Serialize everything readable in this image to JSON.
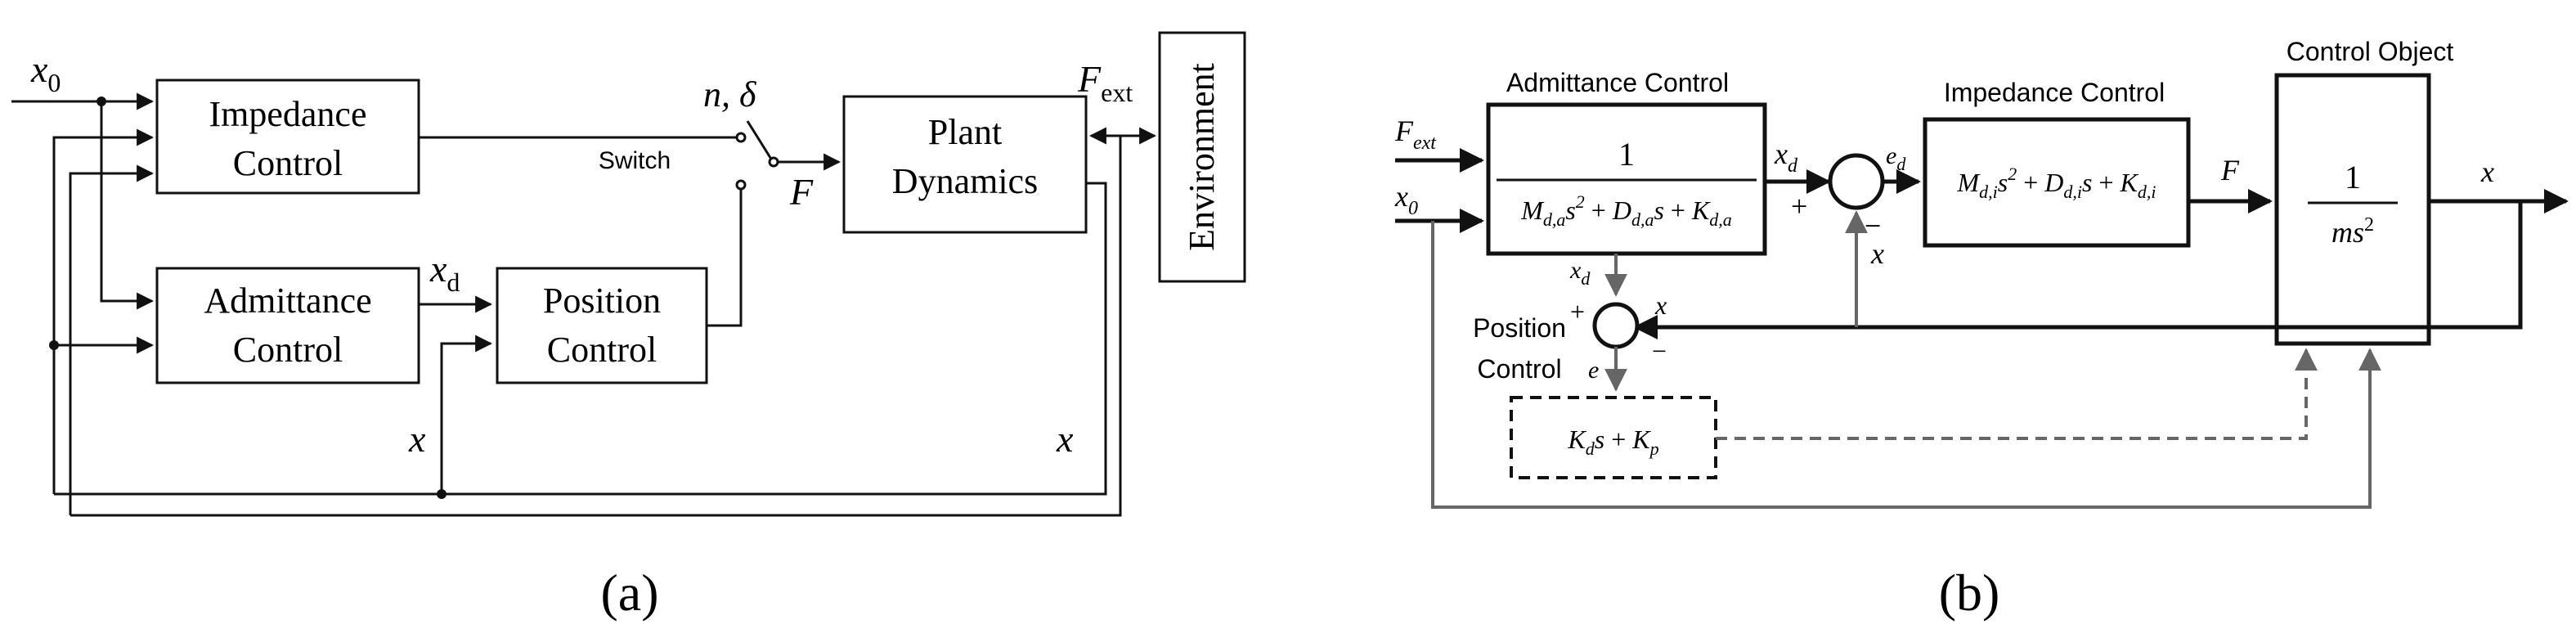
{
  "panel_a": {
    "caption": "(a)",
    "input_x0": "x",
    "input_x0_sub": "0",
    "impedance_line1": "Impedance",
    "impedance_line2": "Control",
    "admittance_line1": "Admittance",
    "admittance_line2": "Control",
    "position_line1": "Position",
    "position_line2": "Control",
    "plant_line1": "Plant",
    "plant_line2": "Dynamics",
    "environment": "Environment",
    "switch_label": "Switch",
    "switch_params": "n, δ",
    "force": "F",
    "fext": "F",
    "fext_sub": "ext",
    "xd": "x",
    "xd_sub": "d",
    "x_left": "x",
    "x_right": "x"
  },
  "panel_b": {
    "caption": "(b)",
    "admittance_title": "Admittance Control",
    "impedance_title": "Impedance Control",
    "control_object_title": "Control Object",
    "position_title_line1": "Position",
    "position_title_line2": "Control",
    "fext": "F",
    "fext_sub": "ext",
    "x0": "x",
    "x0_sub": "0",
    "admittance_num": "1",
    "admittance_den": "M",
    "impedance_expr": "M",
    "object_num": "1",
    "object_den": "ms",
    "object_den_sup": "2",
    "pd_expr": "K",
    "xd": "x",
    "xd_sub": "d",
    "ed": "e",
    "ed_sub": "d",
    "e": "e",
    "force": "F",
    "x_out": "x",
    "x_feedback": "x",
    "x_sum": "x",
    "plus": "+",
    "minus": "−"
  }
}
